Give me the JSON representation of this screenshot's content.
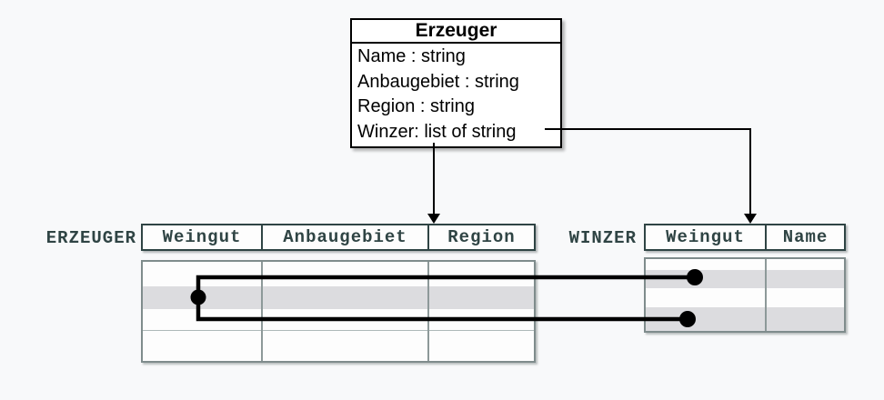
{
  "class_box": {
    "title": "Erzeuger",
    "attributes": [
      "Name : string",
      "Anbaugebiet : string",
      "Region : string",
      "Winzer: list of string"
    ]
  },
  "tables": {
    "erzeuger": {
      "label": "ERZEUGER",
      "columns": [
        "Weingut",
        "Anbaugebiet",
        "Region"
      ],
      "body_rows": 4,
      "highlighted_rows": [
        2
      ]
    },
    "winzer": {
      "label": "WINZER",
      "columns": [
        "Weingut",
        "Name"
      ],
      "body_rows": 4,
      "highlighted_rows": [
        2,
        4
      ]
    }
  },
  "colors": {
    "background": "#f8f9fa",
    "class_box_border": "#000000",
    "table_header_border": "#2f4444",
    "table_header_text": "#2f4444",
    "table_body_border": "#7f8c8c",
    "row_highlight": "#dcdcdf",
    "connector": "#000000"
  }
}
